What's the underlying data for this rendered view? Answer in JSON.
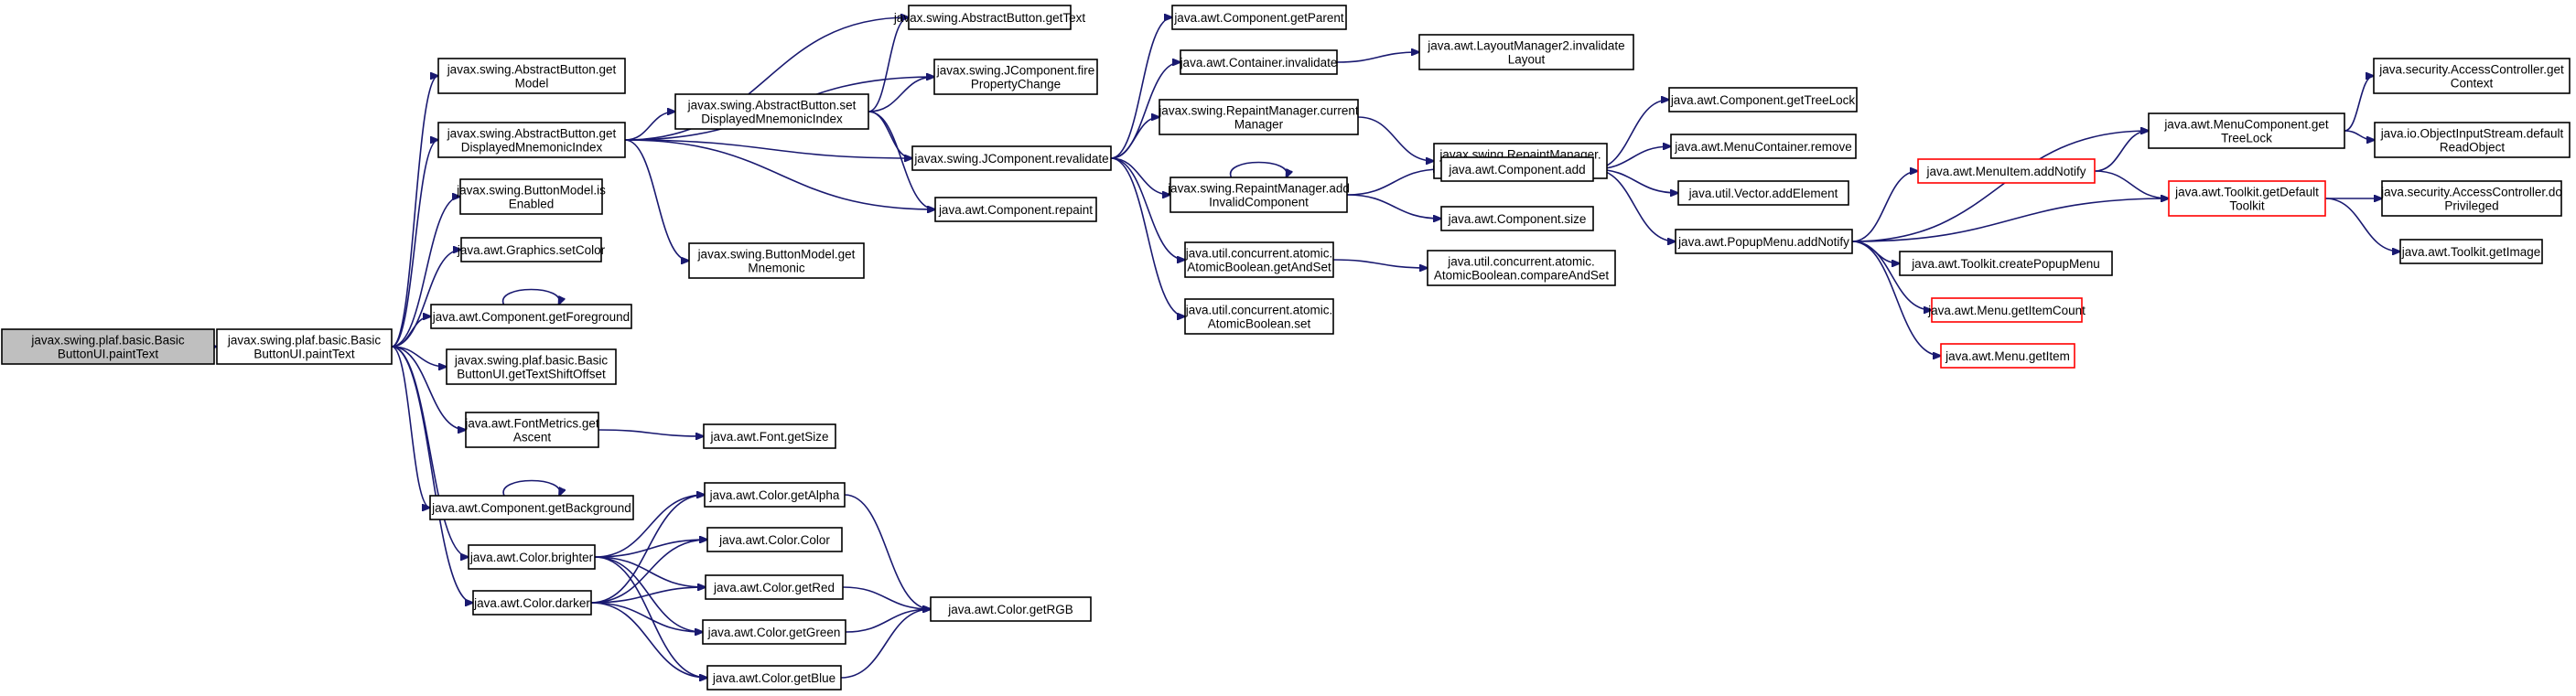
{
  "diagram": {
    "colors": {
      "edge": "#191970",
      "node_border": "#000000",
      "root_fill": "#bfbfbf",
      "truncated_border": "#ff0000",
      "background": "#ffffff"
    },
    "nodes": [
      {
        "id": "n0",
        "label": [
          "javax.swing.plaf.basic.Basic",
          "ButtonUI.paintText"
        ],
        "root": true
      },
      {
        "id": "n1",
        "label": [
          "javax.swing.plaf.basic.Basic",
          "ButtonUI.paintText"
        ]
      },
      {
        "id": "n2",
        "label": [
          "javax.swing.AbstractButton.get",
          "Model"
        ]
      },
      {
        "id": "n3",
        "label": [
          "javax.swing.AbstractButton.get",
          "DisplayedMnemonicIndex"
        ]
      },
      {
        "id": "n4",
        "label": [
          "javax.swing.ButtonModel.is",
          "Enabled"
        ]
      },
      {
        "id": "n5",
        "label": [
          "java.awt.Graphics.setColor"
        ]
      },
      {
        "id": "n6",
        "label": [
          "java.awt.Component.getForeground"
        ]
      },
      {
        "id": "n7",
        "label": [
          "javax.swing.plaf.basic.Basic",
          "ButtonUI.getTextShiftOffset"
        ]
      },
      {
        "id": "n8",
        "label": [
          "java.awt.FontMetrics.get",
          "Ascent"
        ]
      },
      {
        "id": "n9",
        "label": [
          "java.awt.Component.getBackground"
        ]
      },
      {
        "id": "n10",
        "label": [
          "java.awt.Color.brighter"
        ]
      },
      {
        "id": "n11",
        "label": [
          "java.awt.Color.darker"
        ]
      },
      {
        "id": "n12",
        "label": [
          "javax.swing.AbstractButton.getText"
        ]
      },
      {
        "id": "n13",
        "label": [
          "javax.swing.JComponent.fire",
          "PropertyChange"
        ]
      },
      {
        "id": "n14",
        "label": [
          "javax.swing.AbstractButton.set",
          "DisplayedMnemonicIndex"
        ]
      },
      {
        "id": "n15",
        "label": [
          "javax.swing.JComponent.revalidate"
        ]
      },
      {
        "id": "n16",
        "label": [
          "java.awt.Component.repaint"
        ]
      },
      {
        "id": "n17",
        "label": [
          "javax.swing.ButtonModel.get",
          "Mnemonic"
        ]
      },
      {
        "id": "n18",
        "label": [
          "java.awt.Font.getSize"
        ]
      },
      {
        "id": "n19",
        "label": [
          "java.awt.Color.getAlpha"
        ]
      },
      {
        "id": "n20",
        "label": [
          "java.awt.Color.Color"
        ]
      },
      {
        "id": "n21",
        "label": [
          "java.awt.Color.getRed"
        ]
      },
      {
        "id": "n22",
        "label": [
          "java.awt.Color.getGreen"
        ]
      },
      {
        "id": "n23",
        "label": [
          "java.awt.Color.getBlue"
        ]
      },
      {
        "id": "n24",
        "label": [
          "java.awt.Color.getRGB"
        ]
      },
      {
        "id": "n25",
        "label": [
          "java.awt.Component.getParent"
        ]
      },
      {
        "id": "n26",
        "label": [
          "java.awt.Container.invalidate"
        ]
      },
      {
        "id": "n27",
        "label": [
          "javax.swing.RepaintManager.current",
          "Manager"
        ]
      },
      {
        "id": "n28",
        "label": [
          "javax.swing.RepaintManager.add",
          "InvalidComponent"
        ]
      },
      {
        "id": "n29",
        "label": [
          "java.util.concurrent.atomic.",
          "AtomicBoolean.getAndSet"
        ]
      },
      {
        "id": "n30",
        "label": [
          "java.util.concurrent.atomic.",
          "AtomicBoolean.set"
        ]
      },
      {
        "id": "n31",
        "label": [
          "java.awt.LayoutManager2.invalidate",
          "Layout"
        ]
      },
      {
        "id": "n32",
        "label": [
          "javax.swing.RepaintManager.",
          "RepaintManager"
        ]
      },
      {
        "id": "n33",
        "label": [
          "java.awt.Component.add"
        ]
      },
      {
        "id": "n34",
        "label": [
          "java.awt.Component.size"
        ]
      },
      {
        "id": "n35",
        "label": [
          "java.util.concurrent.atomic.",
          "AtomicBoolean.compareAndSet"
        ]
      },
      {
        "id": "n36",
        "label": [
          "java.awt.Component.getTreeLock"
        ]
      },
      {
        "id": "n37",
        "label": [
          "java.awt.MenuContainer.remove"
        ]
      },
      {
        "id": "n38",
        "label": [
          "java.util.Vector.addElement"
        ]
      },
      {
        "id": "n39",
        "label": [
          "java.awt.PopupMenu.addNotify"
        ]
      },
      {
        "id": "n40",
        "label": [
          "java.awt.MenuItem.addNotify"
        ],
        "truncated": true
      },
      {
        "id": "n41",
        "label": [
          "java.awt.Toolkit.createPopupMenu"
        ]
      },
      {
        "id": "n42",
        "label": [
          "java.awt.Menu.getItemCount"
        ],
        "truncated": true
      },
      {
        "id": "n43",
        "label": [
          "java.awt.Menu.getItem"
        ],
        "truncated": true
      },
      {
        "id": "n44",
        "label": [
          "java.awt.MenuComponent.get",
          "TreeLock"
        ]
      },
      {
        "id": "n45",
        "label": [
          "java.awt.Toolkit.getDefault",
          "Toolkit"
        ],
        "truncated": true
      },
      {
        "id": "n46",
        "label": [
          "java.security.AccessController.get",
          "Context"
        ]
      },
      {
        "id": "n47",
        "label": [
          "java.io.ObjectInputStream.default",
          "ReadObject"
        ]
      },
      {
        "id": "n48",
        "label": [
          "java.security.AccessController.do",
          "Privileged"
        ]
      },
      {
        "id": "n49",
        "label": [
          "java.awt.Toolkit.getImage"
        ]
      }
    ],
    "edges": [
      [
        "n0",
        "n1"
      ],
      [
        "n1",
        "n2"
      ],
      [
        "n1",
        "n3"
      ],
      [
        "n1",
        "n4"
      ],
      [
        "n1",
        "n5"
      ],
      [
        "n1",
        "n6"
      ],
      [
        "n1",
        "n7"
      ],
      [
        "n1",
        "n8"
      ],
      [
        "n1",
        "n9"
      ],
      [
        "n1",
        "n10"
      ],
      [
        "n1",
        "n11"
      ],
      [
        "n3",
        "n12"
      ],
      [
        "n3",
        "n13"
      ],
      [
        "n3",
        "n14"
      ],
      [
        "n3",
        "n15"
      ],
      [
        "n3",
        "n16"
      ],
      [
        "n3",
        "n17"
      ],
      [
        "n14",
        "n12"
      ],
      [
        "n14",
        "n13"
      ],
      [
        "n14",
        "n15"
      ],
      [
        "n14",
        "n16"
      ],
      [
        "n6",
        "n6"
      ],
      [
        "n9",
        "n9"
      ],
      [
        "n8",
        "n18"
      ],
      [
        "n10",
        "n19"
      ],
      [
        "n10",
        "n20"
      ],
      [
        "n10",
        "n21"
      ],
      [
        "n10",
        "n22"
      ],
      [
        "n10",
        "n23"
      ],
      [
        "n11",
        "n19"
      ],
      [
        "n11",
        "n20"
      ],
      [
        "n11",
        "n21"
      ],
      [
        "n11",
        "n22"
      ],
      [
        "n11",
        "n23"
      ],
      [
        "n19",
        "n24"
      ],
      [
        "n21",
        "n24"
      ],
      [
        "n22",
        "n24"
      ],
      [
        "n23",
        "n24"
      ],
      [
        "n15",
        "n25"
      ],
      [
        "n15",
        "n26"
      ],
      [
        "n15",
        "n27"
      ],
      [
        "n15",
        "n28"
      ],
      [
        "n15",
        "n29"
      ],
      [
        "n15",
        "n30"
      ],
      [
        "n26",
        "n31"
      ],
      [
        "n27",
        "n32"
      ],
      [
        "n28",
        "n28"
      ],
      [
        "n28",
        "n33"
      ],
      [
        "n28",
        "n34"
      ],
      [
        "n29",
        "n35"
      ],
      [
        "n33",
        "n36"
      ],
      [
        "n33",
        "n37"
      ],
      [
        "n33",
        "n38"
      ],
      [
        "n33",
        "n39"
      ],
      [
        "n39",
        "n40"
      ],
      [
        "n39",
        "n41"
      ],
      [
        "n39",
        "n42"
      ],
      [
        "n39",
        "n43"
      ],
      [
        "n39",
        "n44"
      ],
      [
        "n39",
        "n45"
      ],
      [
        "n40",
        "n44"
      ],
      [
        "n40",
        "n45"
      ],
      [
        "n44",
        "n46"
      ],
      [
        "n44",
        "n47"
      ],
      [
        "n45",
        "n48"
      ],
      [
        "n45",
        "n49"
      ]
    ]
  }
}
